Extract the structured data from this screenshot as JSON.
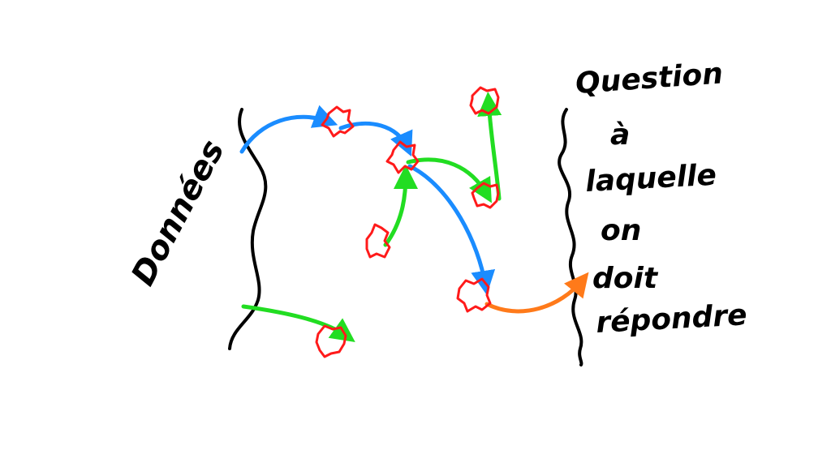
{
  "labels": {
    "left": "Données",
    "right_lines": [
      "Question",
      "à",
      "laquelle",
      "on",
      "doit",
      "répondre"
    ]
  },
  "colors": {
    "background": "#ffffff",
    "ink": "#000000",
    "node_outline": "#ff1a1a",
    "arrow_blue": "#1a8cff",
    "arrow_green": "#22dd22",
    "arrow_orange": "#ff7a1a"
  },
  "arrow_colors_meaning": {
    "blue": "arrow_blue",
    "green": "arrow_green",
    "orange": "arrow_orange"
  }
}
